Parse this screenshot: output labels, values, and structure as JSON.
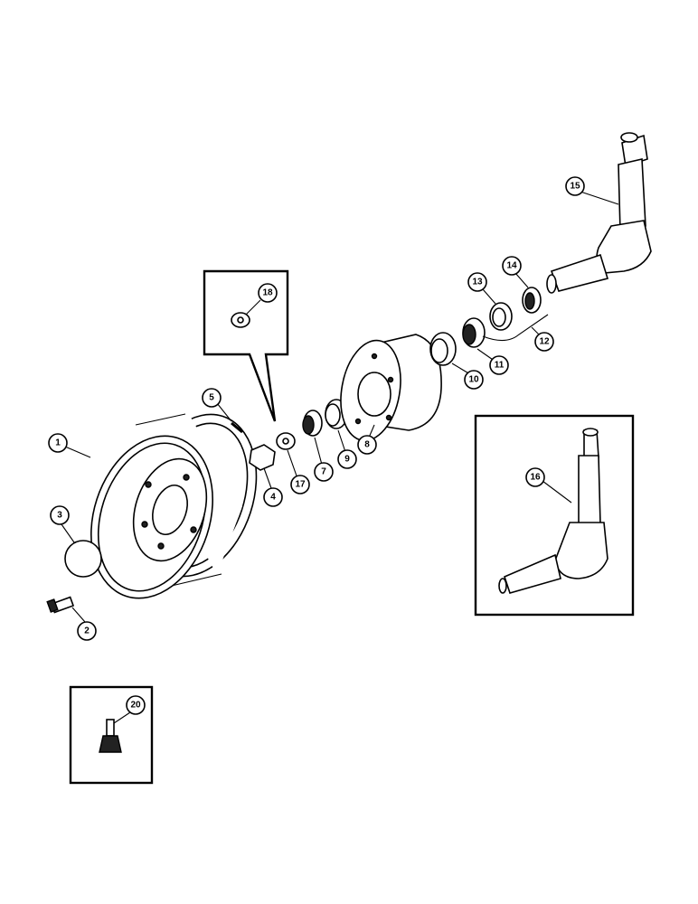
{
  "diagram": {
    "callouts": [
      {
        "id": "c1",
        "label": "1"
      },
      {
        "id": "c2",
        "label": "2"
      },
      {
        "id": "c3",
        "label": "3"
      },
      {
        "id": "c4",
        "label": "4"
      },
      {
        "id": "c5",
        "label": "5"
      },
      {
        "id": "c7",
        "label": "7"
      },
      {
        "id": "c8",
        "label": "8"
      },
      {
        "id": "c9",
        "label": "9"
      },
      {
        "id": "c10",
        "label": "10"
      },
      {
        "id": "c11",
        "label": "11"
      },
      {
        "id": "c12",
        "label": "12"
      },
      {
        "id": "c13",
        "label": "13"
      },
      {
        "id": "c14",
        "label": "14"
      },
      {
        "id": "c15",
        "label": "15"
      },
      {
        "id": "c16",
        "label": "16"
      },
      {
        "id": "c17",
        "label": "17"
      },
      {
        "id": "c18",
        "label": "18"
      },
      {
        "id": "c20",
        "label": "20"
      }
    ]
  }
}
